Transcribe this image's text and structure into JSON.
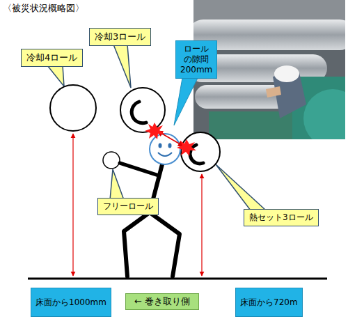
{
  "diagram": {
    "title": "〈被災状況概略図〉",
    "nodes": [
      {
        "text": [
          "冷却3ロール"
        ]
      },
      {
        "text": [
          "ロールの隙間",
          "200mm"
        ]
      },
      {
        "text": [
          "冷却4ロール"
        ]
      },
      {
        "text": [
          "フリーロール"
        ]
      },
      {
        "text": [
          "熱セット3ロール"
        ]
      },
      {
        "text": [
          "床面から1000mm"
        ]
      },
      {
        "text": [
          "← 巻き取り側"
        ]
      },
      {
        "text": [
          "床面から720m"
        ]
      }
    ]
  }
}
